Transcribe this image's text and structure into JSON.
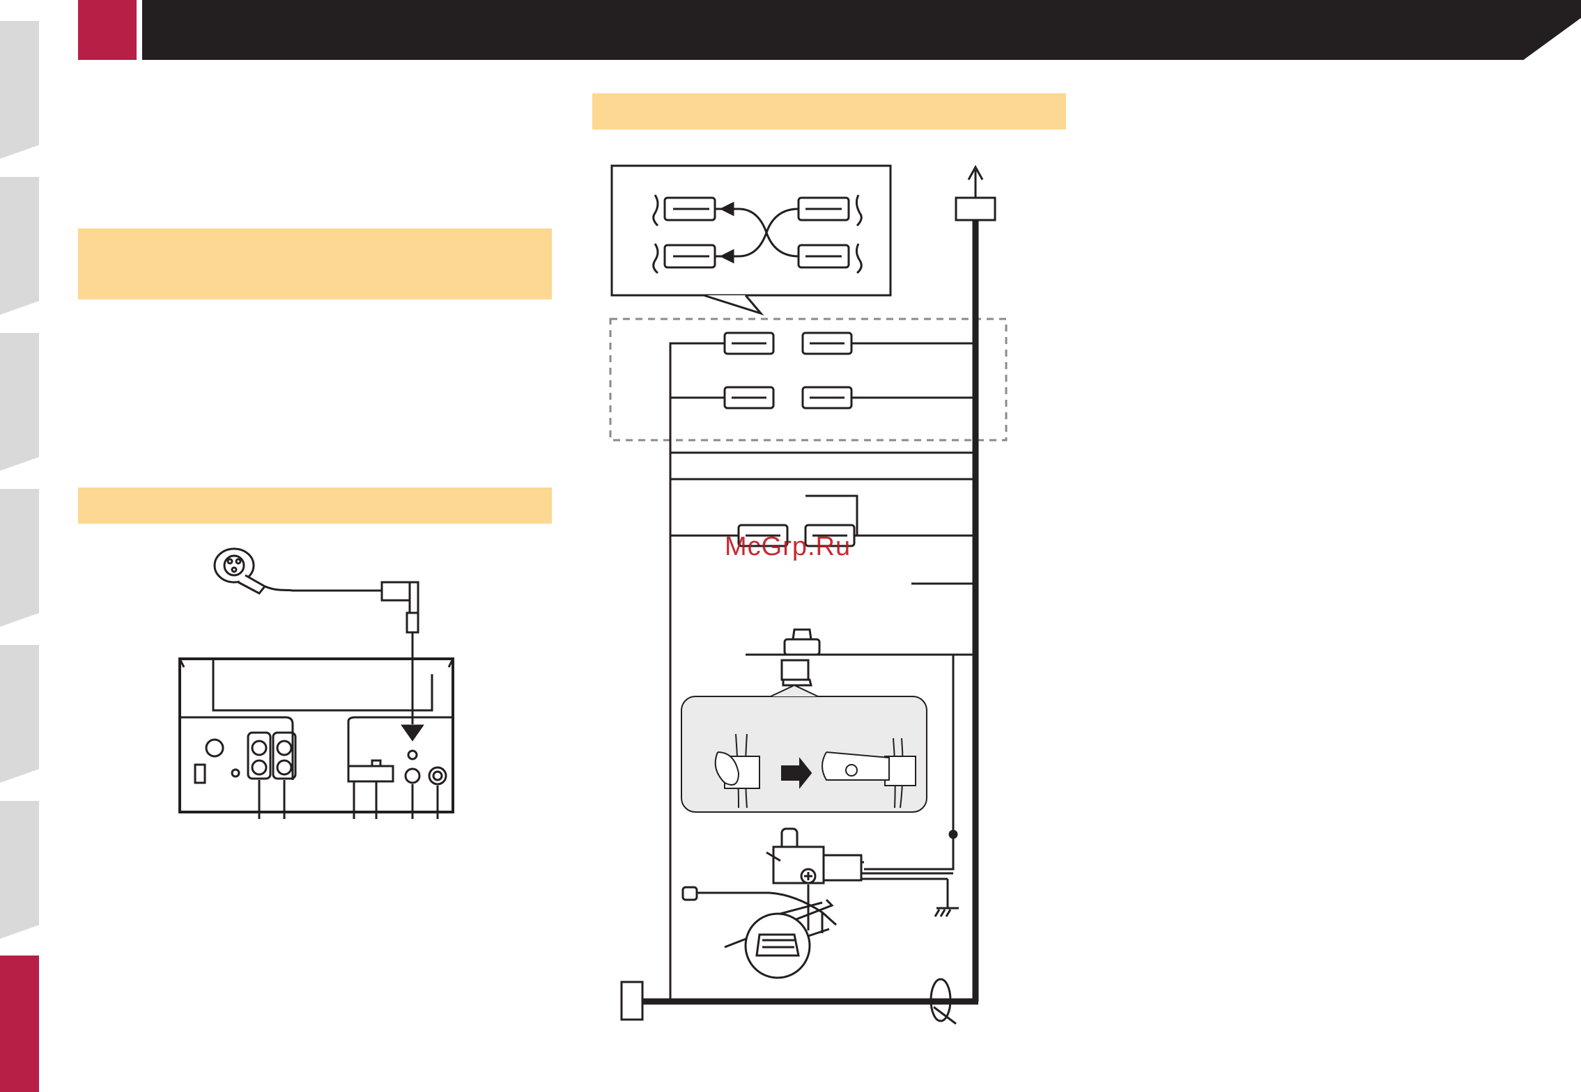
{
  "watermark": "McGrp.Ru",
  "colors": {
    "accent": "#b81f47",
    "header_bar": "#231f20",
    "section_band": "#fcd892",
    "side_tab": "#d9d9d9"
  },
  "side_tabs": [
    {
      "state": "inactive"
    },
    {
      "state": "inactive"
    },
    {
      "state": "inactive"
    },
    {
      "state": "inactive"
    },
    {
      "state": "inactive"
    },
    {
      "state": "inactive"
    },
    {
      "state": "active"
    }
  ],
  "icons": [
    "microphone-icon",
    "plug-icon",
    "arrow-icon",
    "parking-brake-icon",
    "clip-icon"
  ]
}
